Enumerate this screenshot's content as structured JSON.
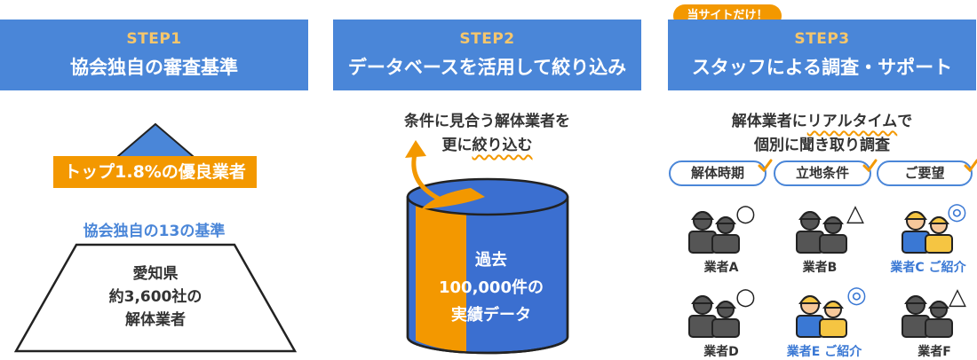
{
  "badge": "当サイトだけ！",
  "steps": [
    {
      "step": "STEP1",
      "title": "協会独自の審査基準"
    },
    {
      "step": "STEP2",
      "title": "データベースを活用して絞り込み"
    },
    {
      "step": "STEP3",
      "title": "スタッフによる調査・サポート"
    }
  ],
  "step1": {
    "top_label": "トップ1.8%の優良業者",
    "criteria": "協会独自の13の基準",
    "pyramid_lines": [
      "愛知県",
      "約3,600社の",
      "解体業者"
    ]
  },
  "step2": {
    "line1": "条件に見合う解体業者を",
    "line2_plain": "更に",
    "line2_wavy": "絞り込む",
    "cylinder_lines": [
      "過去",
      "100,000件の",
      "実績データ"
    ],
    "colors": {
      "cylinder": "#3b6fd0",
      "accent": "#f39800"
    }
  },
  "step3": {
    "line1_plain_a": "解体業者に",
    "line1_wavy": "リアルタイム",
    "line1_plain_b": "で",
    "line2": "個別に聞き取り調査",
    "tags": [
      "解体時期",
      "立地条件",
      "ご要望"
    ],
    "vendors": [
      {
        "label": "業者A",
        "mark": "○",
        "color": "gray"
      },
      {
        "label": "業者B",
        "mark": "△",
        "color": "gray"
      },
      {
        "label": "業者C ご紹介",
        "mark": "◎",
        "color": "blue"
      },
      {
        "label": "業者D",
        "mark": "○",
        "color": "gray"
      },
      {
        "label": "業者E ご紹介",
        "mark": "◎",
        "color": "blue"
      },
      {
        "label": "業者F",
        "mark": "△",
        "color": "gray"
      }
    ]
  }
}
